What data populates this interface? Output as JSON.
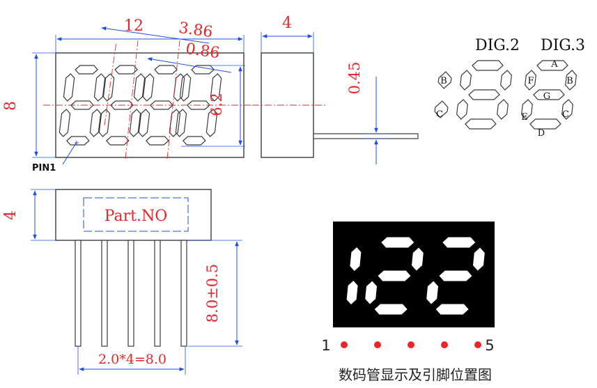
{
  "front_view": {
    "dim_height": "8",
    "dim_digit_height": "6.2",
    "dim_width": "12",
    "dim_digit_pitch": "3.86",
    "dim_segment_width": "0.86",
    "pin1_label": "PIN1"
  },
  "side_view": {
    "dim_depth": "4",
    "dim_pin_thickness": "0.45"
  },
  "bottom_view": {
    "dim_depth": "4",
    "part_label": "Part.NO",
    "dim_pin_length": "8.0±0.5",
    "dim_pin_pitch": "2.0*4=8.0"
  },
  "segment_map": {
    "dig2_label": "DIG.2",
    "dig3_label": "DIG.3",
    "dig2_segments": [
      "B",
      "C"
    ],
    "dig3_segments": [
      "A",
      "B",
      "C",
      "D",
      "E",
      "F",
      "G"
    ]
  },
  "display_photo": {
    "digits_shown": "122",
    "pin_first": "1",
    "pin_last": "5",
    "pin_count": 5,
    "caption": "数码管显示及引脚位置图"
  },
  "colors": {
    "dimension": "#e8262a",
    "outline": "#3a3a3a",
    "dim_line": "#1f4fe0",
    "display_bg": "#000000",
    "segment_lit": "#ffffff"
  }
}
